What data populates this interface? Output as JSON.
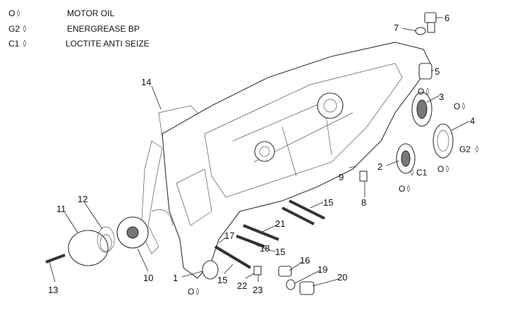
{
  "legend": [
    {
      "code": "O",
      "label": "MOTOR OIL"
    },
    {
      "code": "G2",
      "label": "ENERGREASE BP"
    },
    {
      "code": "C1",
      "label": "LOCTITE ANTI SEIZE"
    }
  ],
  "callouts": [
    "6",
    "7",
    "5",
    "3",
    "4",
    "2",
    "9",
    "8",
    "15",
    "21",
    "14",
    "12",
    "11",
    "17",
    "18",
    "15",
    "16",
    "19",
    "20",
    "1",
    "15",
    "22",
    "23",
    "10",
    "13"
  ],
  "symbols": {
    "oil": "O",
    "grease": "G2",
    "loctite": "C1"
  }
}
